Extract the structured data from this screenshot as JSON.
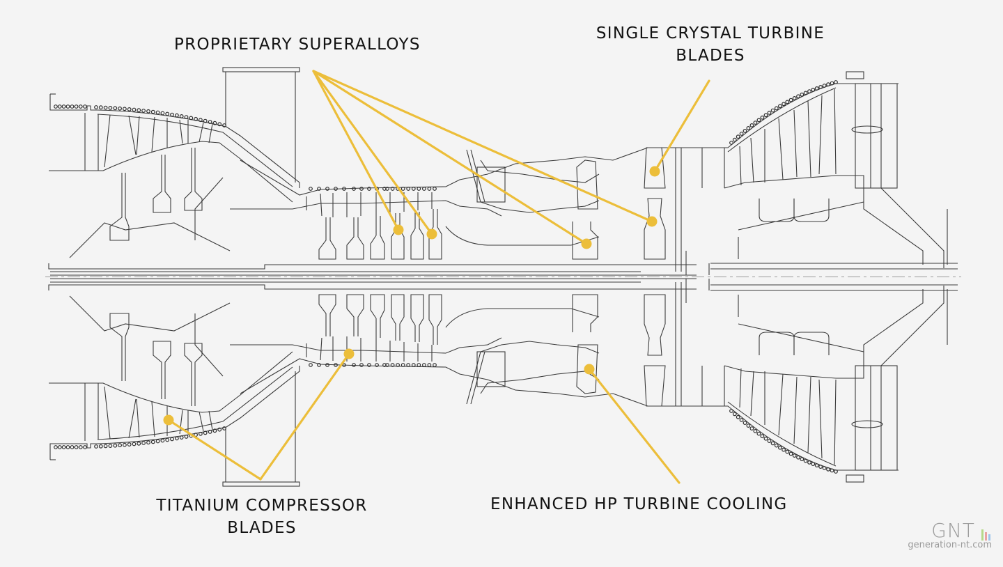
{
  "diagram": {
    "subject": "Turbofan engine cross-section",
    "callout_color": "#ecbe3a",
    "line_color": "#3a3a3a"
  },
  "callouts": [
    {
      "id": "superalloys",
      "lines": [
        "PROPRIETARY SUPERALLOYS"
      ],
      "targets": [
        "hp-compressor-disk-1",
        "hp-compressor-disk-2",
        "combustor-rear",
        "hp-turbine-disk"
      ]
    },
    {
      "id": "single-crystal",
      "lines": [
        "SINGLE CRYSTAL TURBINE",
        "BLADES"
      ],
      "targets": [
        "hp-turbine-blade"
      ]
    },
    {
      "id": "titanium",
      "lines": [
        "TITANIUM COMPRESSOR",
        "BLADES"
      ],
      "targets": [
        "fan-blade",
        "booster-blade"
      ]
    },
    {
      "id": "cooling",
      "lines": [
        "ENHANCED HP TURBINE COOLING"
      ],
      "targets": [
        "hp-turbine-nozzle"
      ]
    }
  ],
  "watermark": {
    "logo": "GNT",
    "url": "generation-nt.com",
    "bar_colors": [
      "#b6d98a",
      "#e9a3a3",
      "#9fc6ea"
    ]
  }
}
